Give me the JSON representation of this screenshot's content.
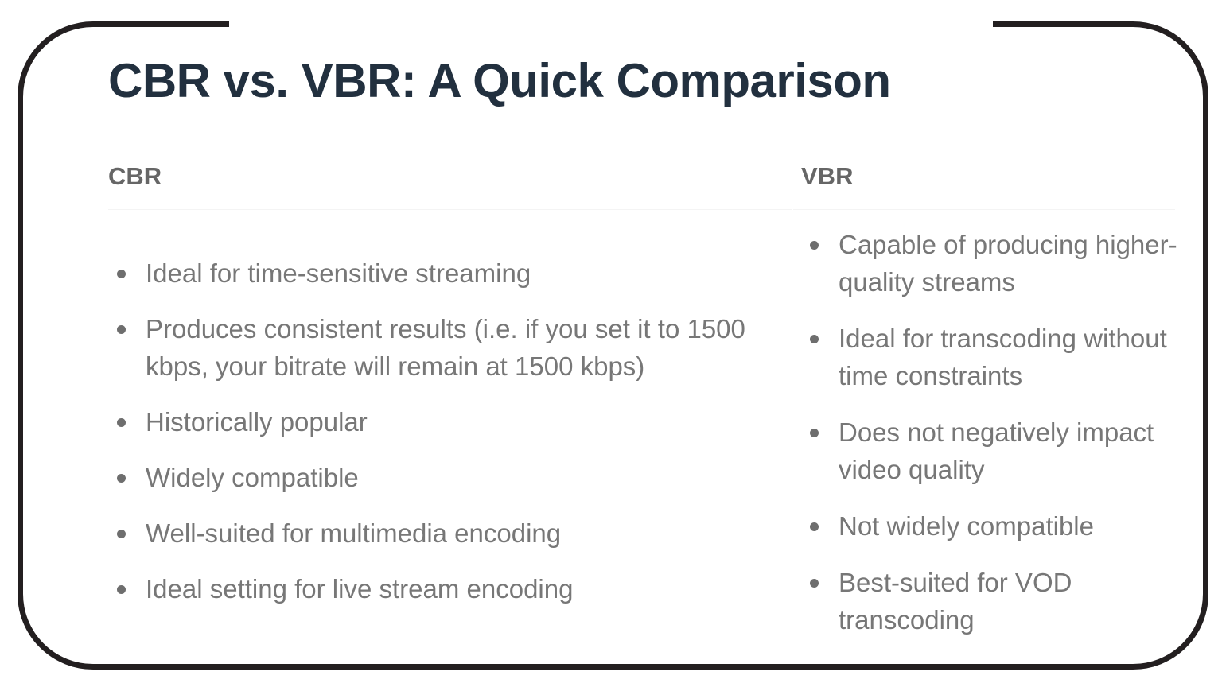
{
  "title": "CBR vs. VBR: A Quick Comparison",
  "colors": {
    "title": "#22303f",
    "header": "#666666",
    "body_text": "#777777",
    "frame_border": "#231f20"
  },
  "columns": {
    "cbr": {
      "header": "CBR",
      "items": [
        "Ideal for time-sensitive streaming",
        "Produces consistent results (i.e. if you set it to 1500 kbps, your bitrate will remain at 1500 kbps)",
        "Historically popular",
        "Widely compatible",
        "Well-suited for multimedia encoding",
        "Ideal setting for live stream encoding"
      ]
    },
    "vbr": {
      "header": "VBR",
      "items": [
        "Capable of producing higher-quality streams",
        "Ideal for transcoding without time constraints",
        "Does not negatively impact video quality",
        "Not widely compatible",
        "Best-suited for VOD transcoding"
      ]
    }
  }
}
